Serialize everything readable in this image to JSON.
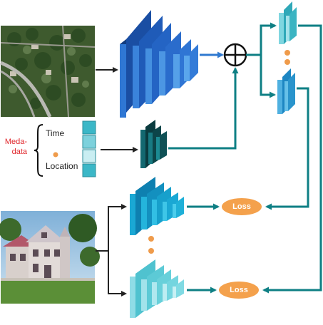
{
  "metadata": {
    "label_line1": "Meda-",
    "label_line2": "data",
    "items": [
      "Time",
      "Location"
    ]
  },
  "loss": {
    "top": "Loss",
    "bottom": "Loss"
  },
  "icons": {
    "combine": "circle-plus-icon"
  },
  "colors": {
    "aerial_block": "#1f64c4",
    "metadata_block": "#0f5156",
    "street_block_top": "#16a1cf",
    "street_block_bottom": "#8fdce6",
    "output_block": "#4fc8d8",
    "arrow_teal": "#0e7f84",
    "arrow_blue": "#2f79d0",
    "loss_fill": "#f4a14c",
    "metadata_label": "#e0262b"
  }
}
